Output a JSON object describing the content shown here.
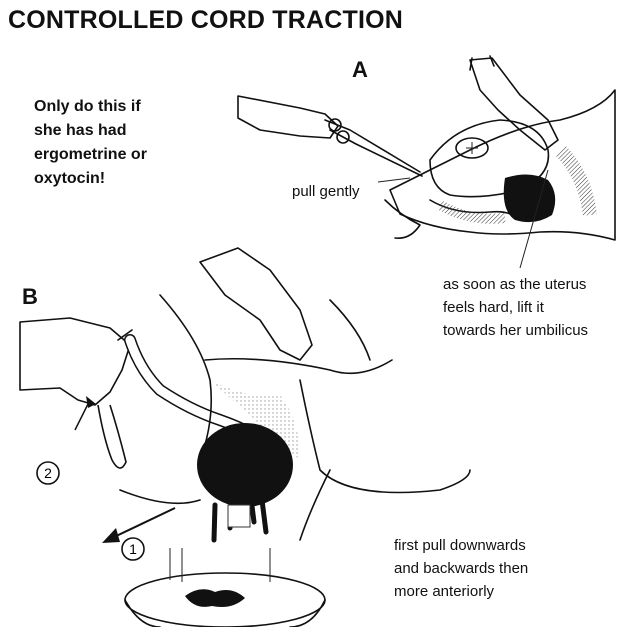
{
  "title": "CONTROLLED CORD TRACTION",
  "warning": "Only do this if\nshe has had\nergometrine or\noxytocin!",
  "panel_a": {
    "label": "A",
    "pull_caption": "pull gently",
    "uterus_caption": "as soon as the uterus\nfeels hard, lift it\ntowards her umbilicus"
  },
  "panel_b": {
    "label": "B",
    "step2": "2",
    "step1": "1",
    "direction_caption": "first pull downwards\nand backwards then\nmore anteriorly"
  }
}
